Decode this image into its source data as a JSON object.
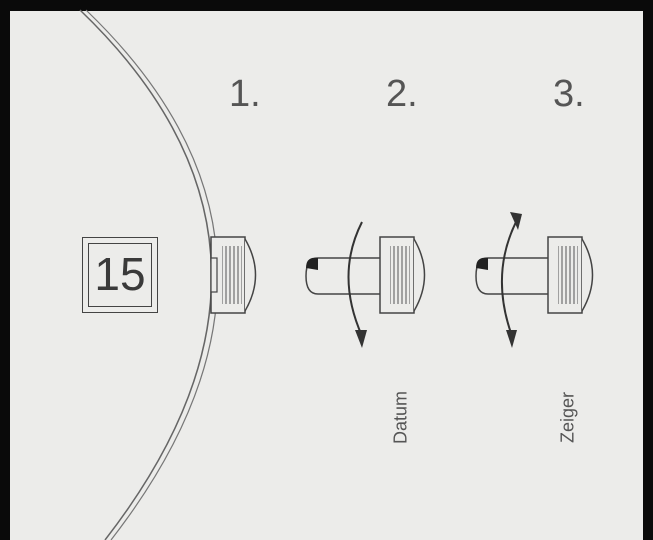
{
  "steps": [
    "1.",
    "2.",
    "3."
  ],
  "date_window": "15",
  "labels": {
    "datum": "Datum",
    "zeiger": "Zeiger"
  },
  "colors": {
    "background": "#0a0a0a",
    "paper": "#ececea",
    "line": "#555555"
  },
  "icons": [
    "crown-icon",
    "rotation-arrow-icon",
    "pull-indicator-icon"
  ]
}
